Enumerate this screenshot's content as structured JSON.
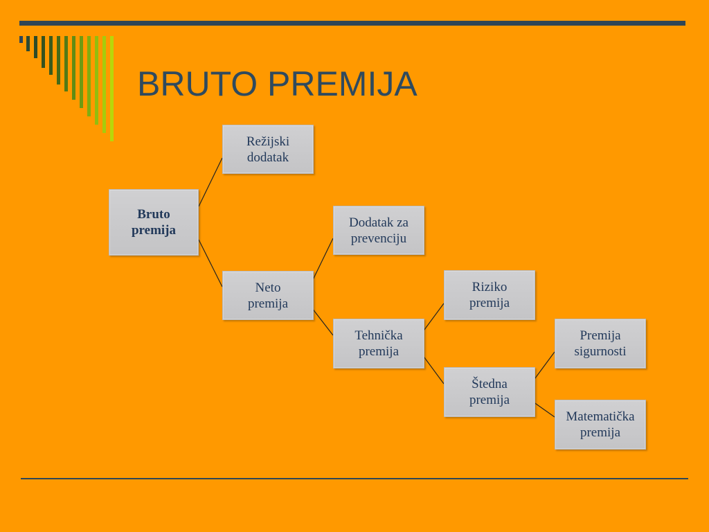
{
  "title": "BRUTO PREMIJA",
  "colors": {
    "background": "#ff9900",
    "title": "#2f4a5e",
    "rule": "#2f4656",
    "node_fill": "#c8c8ca",
    "node_text": "#22395a",
    "connector": "#222222"
  },
  "diagram": {
    "nodes": [
      {
        "id": "bruto",
        "label": "Bruto\npremija",
        "parent": null
      },
      {
        "id": "rezijski",
        "label": "Režijski\ndodatak",
        "parent": "bruto"
      },
      {
        "id": "neto",
        "label": "Neto\npremija",
        "parent": "bruto"
      },
      {
        "id": "dodatak",
        "label": "Dodatak za\nprevenciju",
        "parent": "neto"
      },
      {
        "id": "tehnicka",
        "label": "Tehnička\npremija",
        "parent": "neto"
      },
      {
        "id": "riziko",
        "label": "Riziko\npremija",
        "parent": "tehnicka"
      },
      {
        "id": "stedna",
        "label": "Štedna\npremija",
        "parent": "tehnicka"
      },
      {
        "id": "sigurnosti",
        "label": "Premija\nsigurnosti",
        "parent": "stedna"
      },
      {
        "id": "matematicka",
        "label": "Matematička\npremija",
        "parent": "stedna"
      }
    ]
  }
}
